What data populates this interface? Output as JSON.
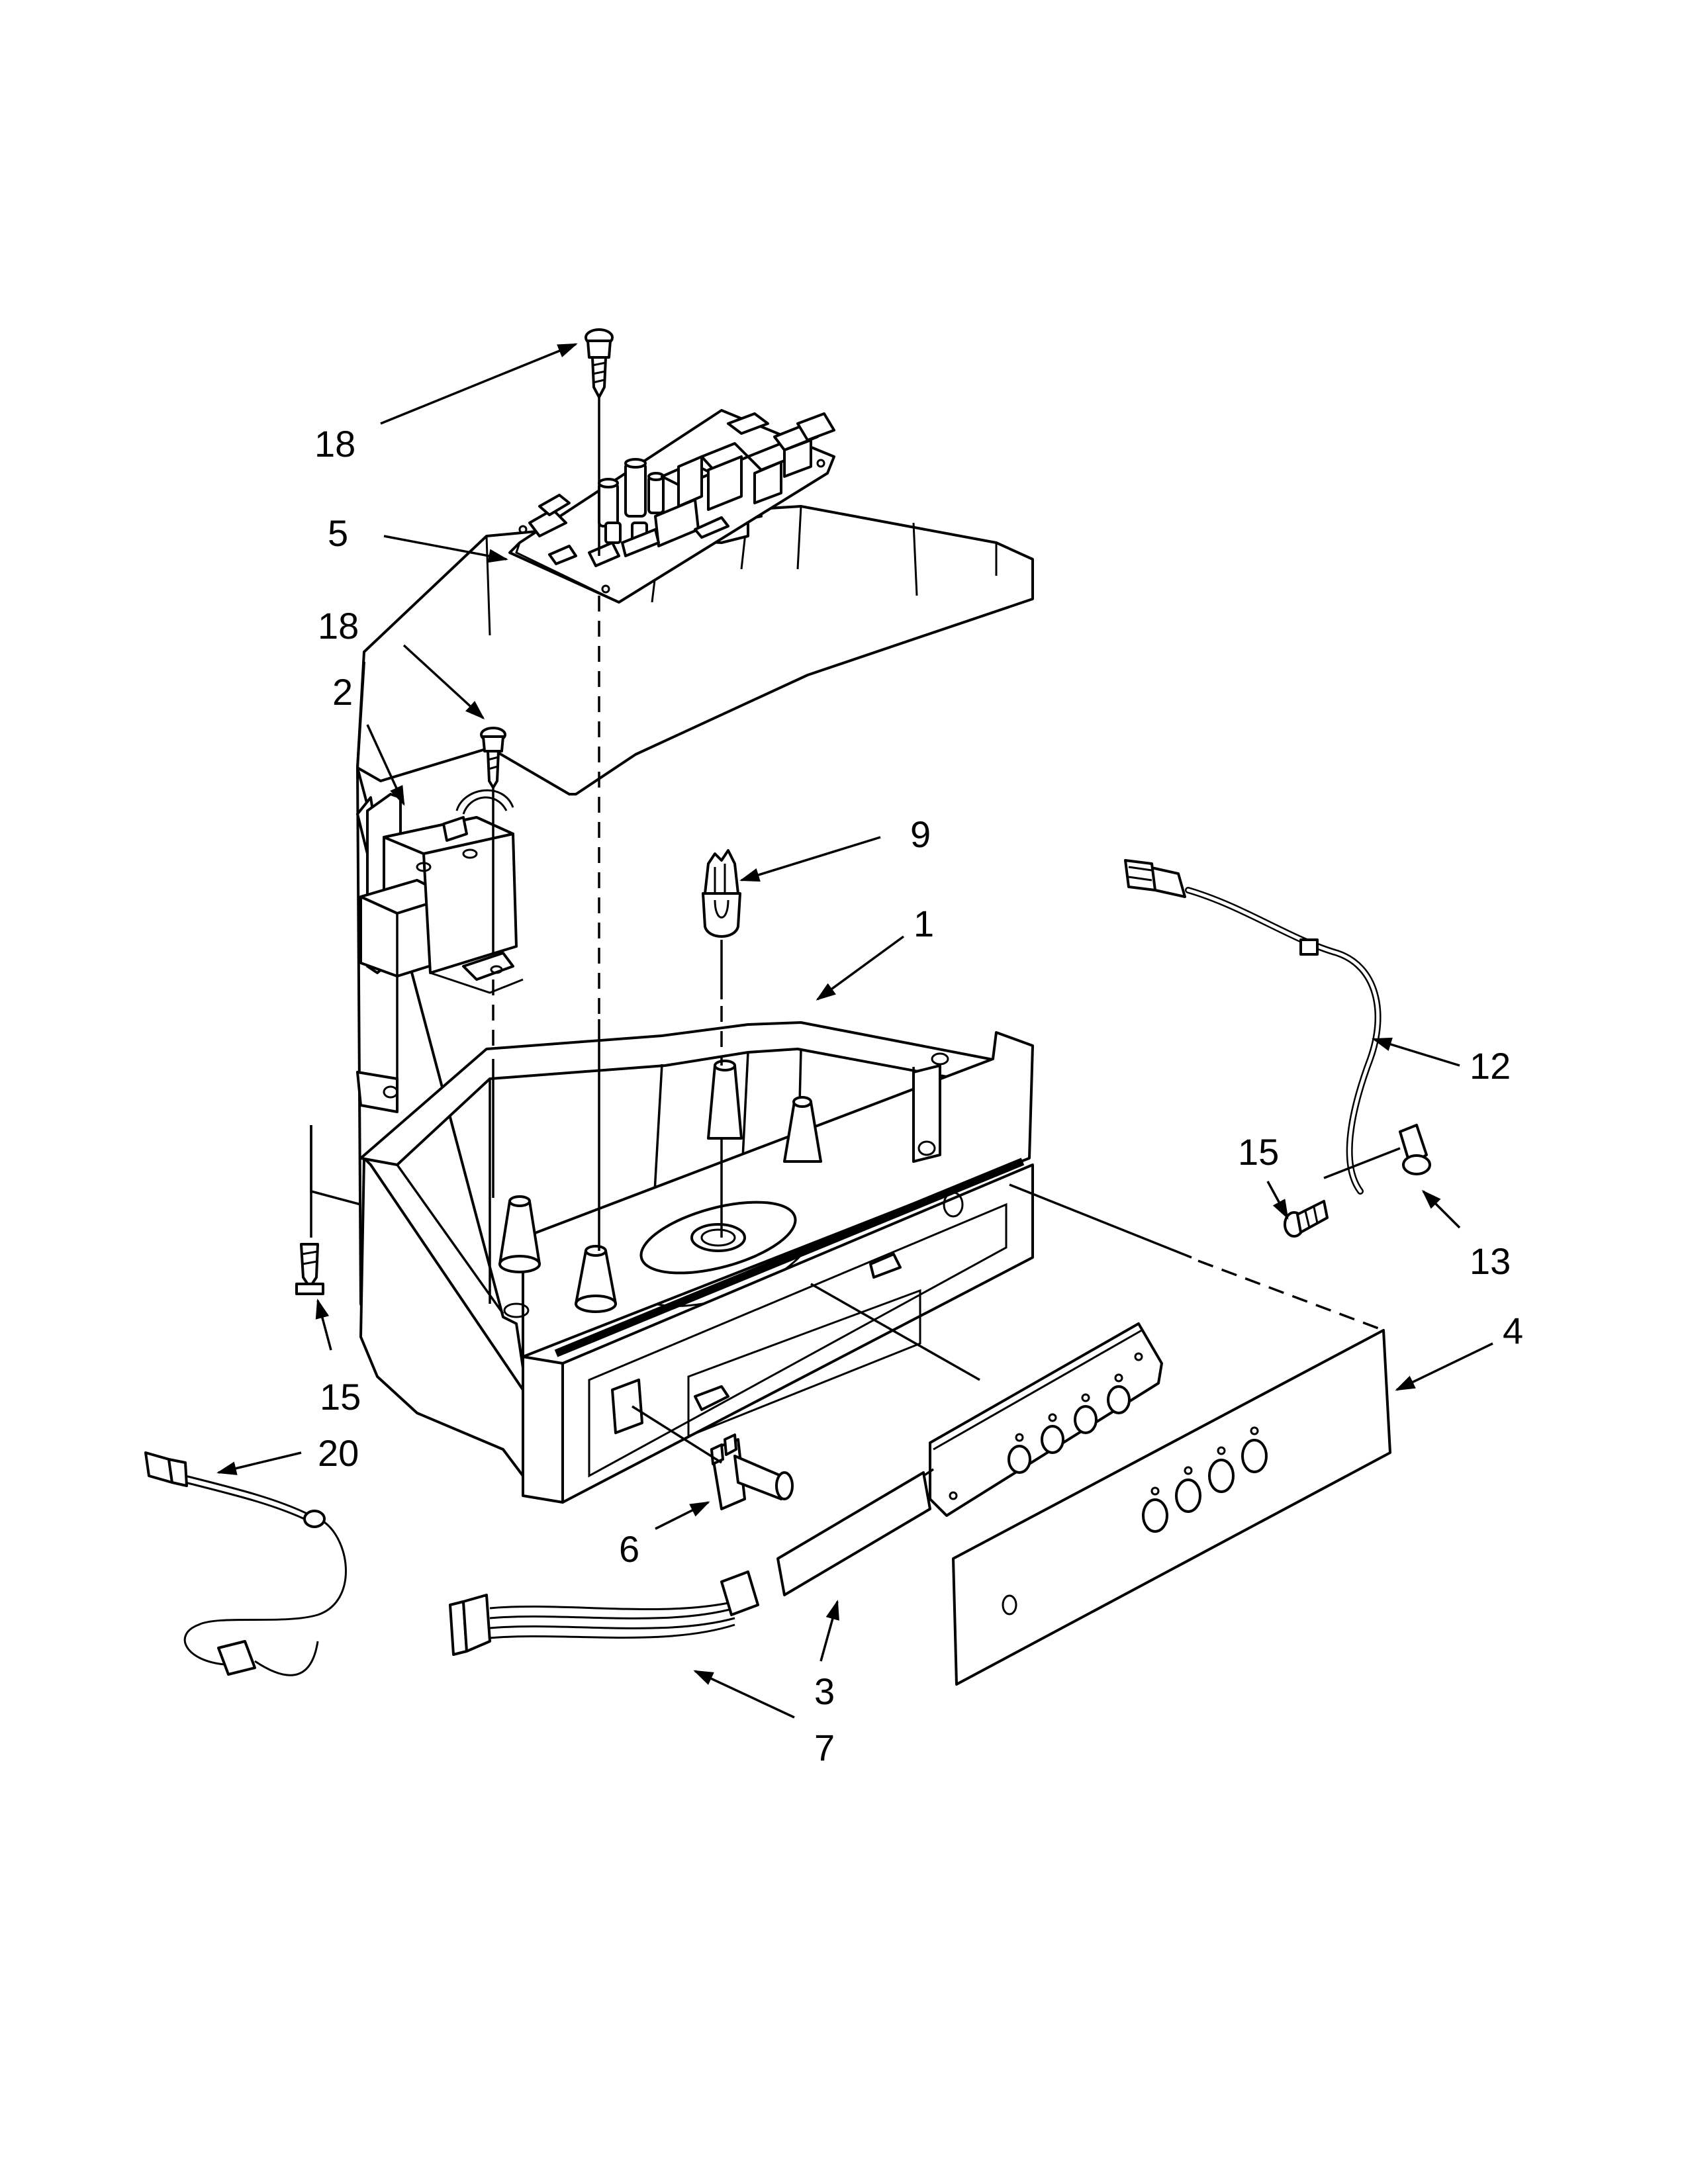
{
  "callouts": {
    "c18a": "18",
    "c5": "5",
    "c18b": "18",
    "c2": "2",
    "c9": "9",
    "c1": "1",
    "c12": "12",
    "c15a": "15",
    "c13": "13",
    "c4": "4",
    "c15b": "15",
    "c20": "20",
    "c6": "6",
    "c3": "3",
    "c7": "7"
  },
  "style": {
    "line_color": "#000000",
    "background": "#ffffff"
  }
}
